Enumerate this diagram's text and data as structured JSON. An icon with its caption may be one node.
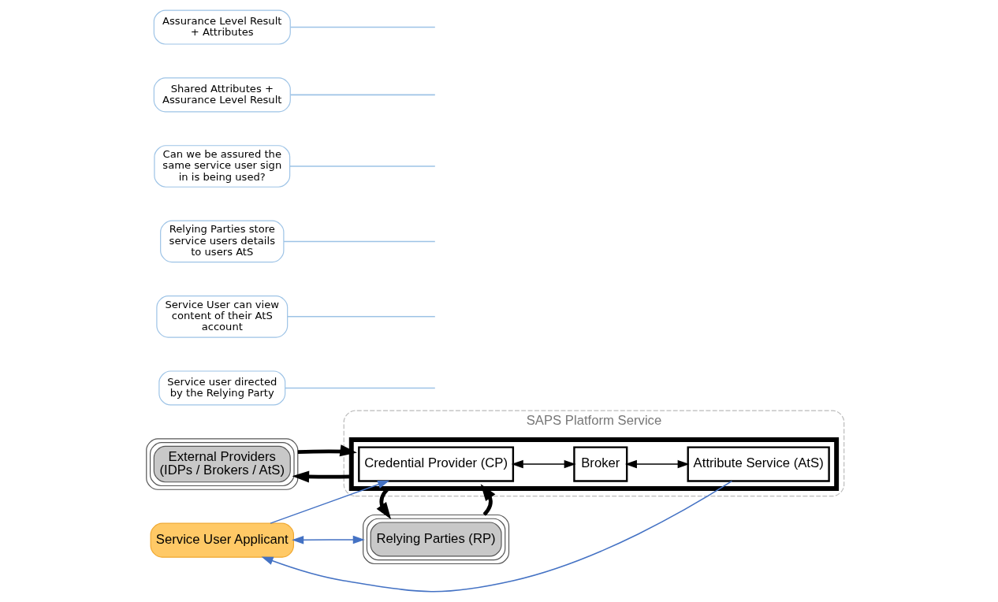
{
  "diagram": {
    "nodes": [
      {
        "text": [
          "Service User Applicant"
        ]
      },
      {
        "text": [
          "SAPS Platform Service"
        ]
      },
      {
        "text": [],
        "shape": "box",
        "in": 1
      },
      {
        "text": [
          "Credential Provider (CP)"
        ],
        "in": 2
      },
      {
        "text": [
          "Broker"
        ],
        "in": 2
      },
      {
        "text": [
          "Attribute Service (AtS)"
        ],
        "in": 2
      },
      {
        "text": [
          "Relying Parties (RP)"
        ]
      },
      {
        "text": [
          "External Providers",
          "(IDPs / Brokers / AtS)"
        ]
      },
      {
        "text": [
          "Service user directed by the Relying Party"
        ]
      },
      {
        "text": [
          "Service User can view content of their AtS account"
        ]
      },
      {
        "text": [
          "Relying Parties store service users details to users AtS"
        ]
      },
      {
        "text": [
          "Can we be assured the same service user sign in is being used?"
        ]
      },
      {
        "text": [
          "Shared Attributes + Assurance Level Result"
        ]
      },
      {
        "text": [
          "Assurance Level Result + Attributes"
        ]
      }
    ],
    "edges": [
      {
        "from": 0,
        "to": 6,
        "arrow": "both",
        "color": "#4472c4"
      },
      {
        "from": 0,
        "to": 3,
        "arrow": "to",
        "color": "#4472c4"
      },
      {
        "from": 5,
        "to": 0,
        "arrow": "to",
        "color": "#4472c4"
      },
      {
        "from": 3,
        "to": 4,
        "arrow": "both"
      },
      {
        "from": 4,
        "to": 5,
        "arrow": "both"
      },
      {
        "from": 6,
        "to": 2,
        "arrow": "to",
        "style": "thick"
      },
      {
        "from": 2,
        "to": 6,
        "arrow": "to",
        "style": "thick"
      },
      {
        "from": 2,
        "to": 7,
        "arrow": "to",
        "style": "thick"
      },
      {
        "from": 7,
        "to": 2,
        "arrow": "to",
        "style": "thick"
      },
      {
        "from": 8,
        "to": null,
        "arrow": "none",
        "color": "#9dc3e6"
      },
      {
        "from": 9,
        "to": null,
        "arrow": "none",
        "color": "#9dc3e6"
      },
      {
        "from": 10,
        "to": null,
        "arrow": "none",
        "color": "#9dc3e6"
      },
      {
        "from": 11,
        "to": null,
        "arrow": "none",
        "color": "#9dc3e6"
      },
      {
        "from": 12,
        "to": null,
        "arrow": "none",
        "color": "#9dc3e6"
      },
      {
        "from": 13,
        "to": null,
        "arrow": "none",
        "color": "#9dc3e6"
      }
    ]
  }
}
